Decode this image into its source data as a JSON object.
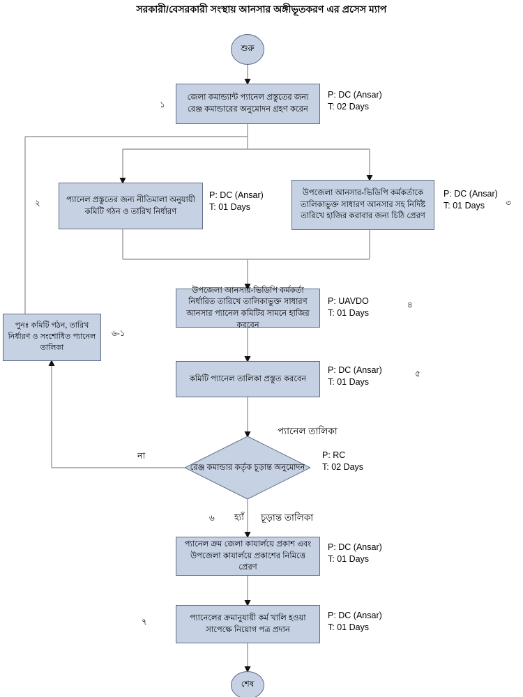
{
  "title": "সরকারী/বেসরকারী সংস্থায় আনসার অঙ্গীভূতকরণ এর প্রসেস ম্যাপ",
  "chart_data": {
    "type": "diagram",
    "diagram_kind": "flowchart",
    "title": "সরকারী/বেসরকারী সংস্থায় আনসার অঙ্গীভূতকরণ এর প্রসেস ম্যাপ",
    "node_fill": "#c6d1e3",
    "node_stroke": "#5d6b84",
    "connector_color": "#9a9a9a",
    "nodes": [
      {
        "id": "start",
        "shape": "terminator",
        "text": "শুরু"
      },
      {
        "id": "n1",
        "shape": "process",
        "text": "জেলা কমান্ড্যান্ট প্যানেল প্রস্তুতের জন্য রেঞ্জ কমান্ডারের অনুমোদন গ্রহণ করেন",
        "step": "১",
        "person": "P: DC (Ansar)",
        "time": "T: 02 Days"
      },
      {
        "id": "n2",
        "shape": "process",
        "text": "প্যানেল প্রস্তুতের জন্য নীতিমালা অনুযায়ী কমিটি গঠন ও তারিখ নির্ধারণ",
        "step": "২",
        "person": "P: DC (Ansar)",
        "time": "T: 01 Days"
      },
      {
        "id": "n3",
        "shape": "process",
        "text": "উপজেলা আনসার-ভিডিপি কর্মকর্তাকে তালিকাভুক্ত সাধারণ আনসার সহ নির্দিষ্ট তারিখে হাজির করাবার জন্য চিঠি প্রেরণ",
        "step": "৩",
        "person": "P: DC (Ansar)",
        "time": "T: 01 Days"
      },
      {
        "id": "n4",
        "shape": "process",
        "text": "উপজেলা আনসার-ভিডিপি কর্মকর্তা নির্ধারিত তারিখে তালিকাভুক্ত সাধারণ আনসার প্যানেল কমিটির সামনে হাজির করবেন",
        "step": "৪",
        "person": "P: UAVDO",
        "time": "T: 01 Days"
      },
      {
        "id": "n5",
        "shape": "process",
        "text": "কমিটি প্যানেল তালিকা প্রস্তুত করবেন",
        "step": "৫",
        "person": "P: DC (Ansar)",
        "time": "T: 01 Days"
      },
      {
        "id": "n6",
        "shape": "decision",
        "text": "রেঞ্জ কমান্ডার কর্তৃক চূড়ান্ত অনুমোদন",
        "step": "৬",
        "person": "P: RC",
        "time": "T: 02 Days",
        "yes_label": "হ্যাঁ",
        "no_label": "না"
      },
      {
        "id": "n6a",
        "shape": "process",
        "text": "পুনঃ  কমিটি গঠন, তারিখ নির্ধারণ ও সংশোধিত প্যানেল তালিকা",
        "step": "৬-১"
      },
      {
        "id": "n7",
        "shape": "process",
        "text": "প্যানেল ক্রম জেলা কাযার্লয়ে প্রকাশ এবং উপজেলা কাযার্লয়ে প্রকাশের নিমিত্তে প্রেরণ",
        "person": "P: DC (Ansar)",
        "time": "T: 01 Days"
      },
      {
        "id": "n8",
        "shape": "process",
        "text": "প্যানেলের ক্রমানুযায়ী কর্ম খালি হওয়া সাপেক্ষে নিয়োগ পত্র প্রদান",
        "step": "৭",
        "person": "P: DC (Ansar)",
        "time": "T: 01 Days"
      },
      {
        "id": "end",
        "shape": "terminator",
        "text": "শেষ"
      }
    ],
    "edge_labels": [
      {
        "id": "panel_talika",
        "text": "প্যানেল তালিকা"
      },
      {
        "id": "no",
        "text": "না"
      },
      {
        "id": "yes",
        "text": "হ্যাঁ"
      },
      {
        "id": "churanto_talika",
        "text": "চূড়ান্ত তালিকা"
      }
    ]
  },
  "nodes": {
    "start": {
      "text": "শুরু"
    },
    "n1": {
      "text": "জেলা কমান্ড্যান্ট প্যানেল প্রস্তুতের জন্য রেঞ্জ কমান্ডারের অনুমোদন গ্রহণ করেন",
      "step": "১",
      "note": "P: DC (Ansar)\nT: 02 Days"
    },
    "n2": {
      "text": "প্যানেল প্রস্তুতের জন্য নীতিমালা অনুযায়ী কমিটি গঠন ও তারিখ নির্ধারণ",
      "step": "২",
      "note": "P: DC (Ansar)\nT: 01 Days"
    },
    "n3": {
      "text": "উপজেলা আনসার-ভিডিপি কর্মকর্তাকে তালিকাভুক্ত সাধারণ আনসার সহ নির্দিষ্ট তারিখে হাজির করাবার জন্য চিঠি প্রেরণ",
      "step": "৩",
      "note": "P: DC (Ansar)\nT: 01 Days"
    },
    "n4": {
      "text": "উপজেলা আনসার-ভিডিপি কর্মকর্তা নির্ধারিত তারিখে তালিকাভুক্ত সাধারণ আনসার প্যানেল কমিটির সামনে হাজির করবেন",
      "step": "৪",
      "note": "P: UAVDO\nT: 01 Days"
    },
    "n5": {
      "text": "কমিটি প্যানেল তালিকা প্রস্তুত করবেন",
      "step": "৫",
      "note": "P: DC (Ansar)\nT: 01 Days"
    },
    "n6": {
      "text": "রেঞ্জ কমান্ডার কর্তৃক চূড়ান্ত অনুমোদন",
      "step": "৬",
      "note": "P: RC\nT: 02 Days"
    },
    "n6a": {
      "text": "পুনঃ  কমিটি গঠন, তারিখ নির্ধারণ ও সংশোধিত প্যানেল তালিকা",
      "step": "৬-১"
    },
    "n7": {
      "text": "প্যানেল ক্রম জেলা কাযার্লয়ে প্রকাশ এবং উপজেলা কাযার্লয়ে প্রকাশের নিমিত্তে প্রেরণ",
      "note": "P: DC (Ansar)\nT: 01 Days"
    },
    "n8": {
      "text": "প্যানেলের ক্রমানুযায়ী কর্ম খালি হওয়া সাপেক্ষে নিয়োগ পত্র প্রদান",
      "step": "৭",
      "note": "P: DC (Ansar)\nT: 01 Days"
    },
    "end": {
      "text": "শেষ"
    }
  },
  "labels": {
    "panel_talika": "প্যানেল তালিকা",
    "no": "না",
    "yes": "হ্যাঁ",
    "churanto_talika": "চূড়ান্ত তালিকা"
  }
}
